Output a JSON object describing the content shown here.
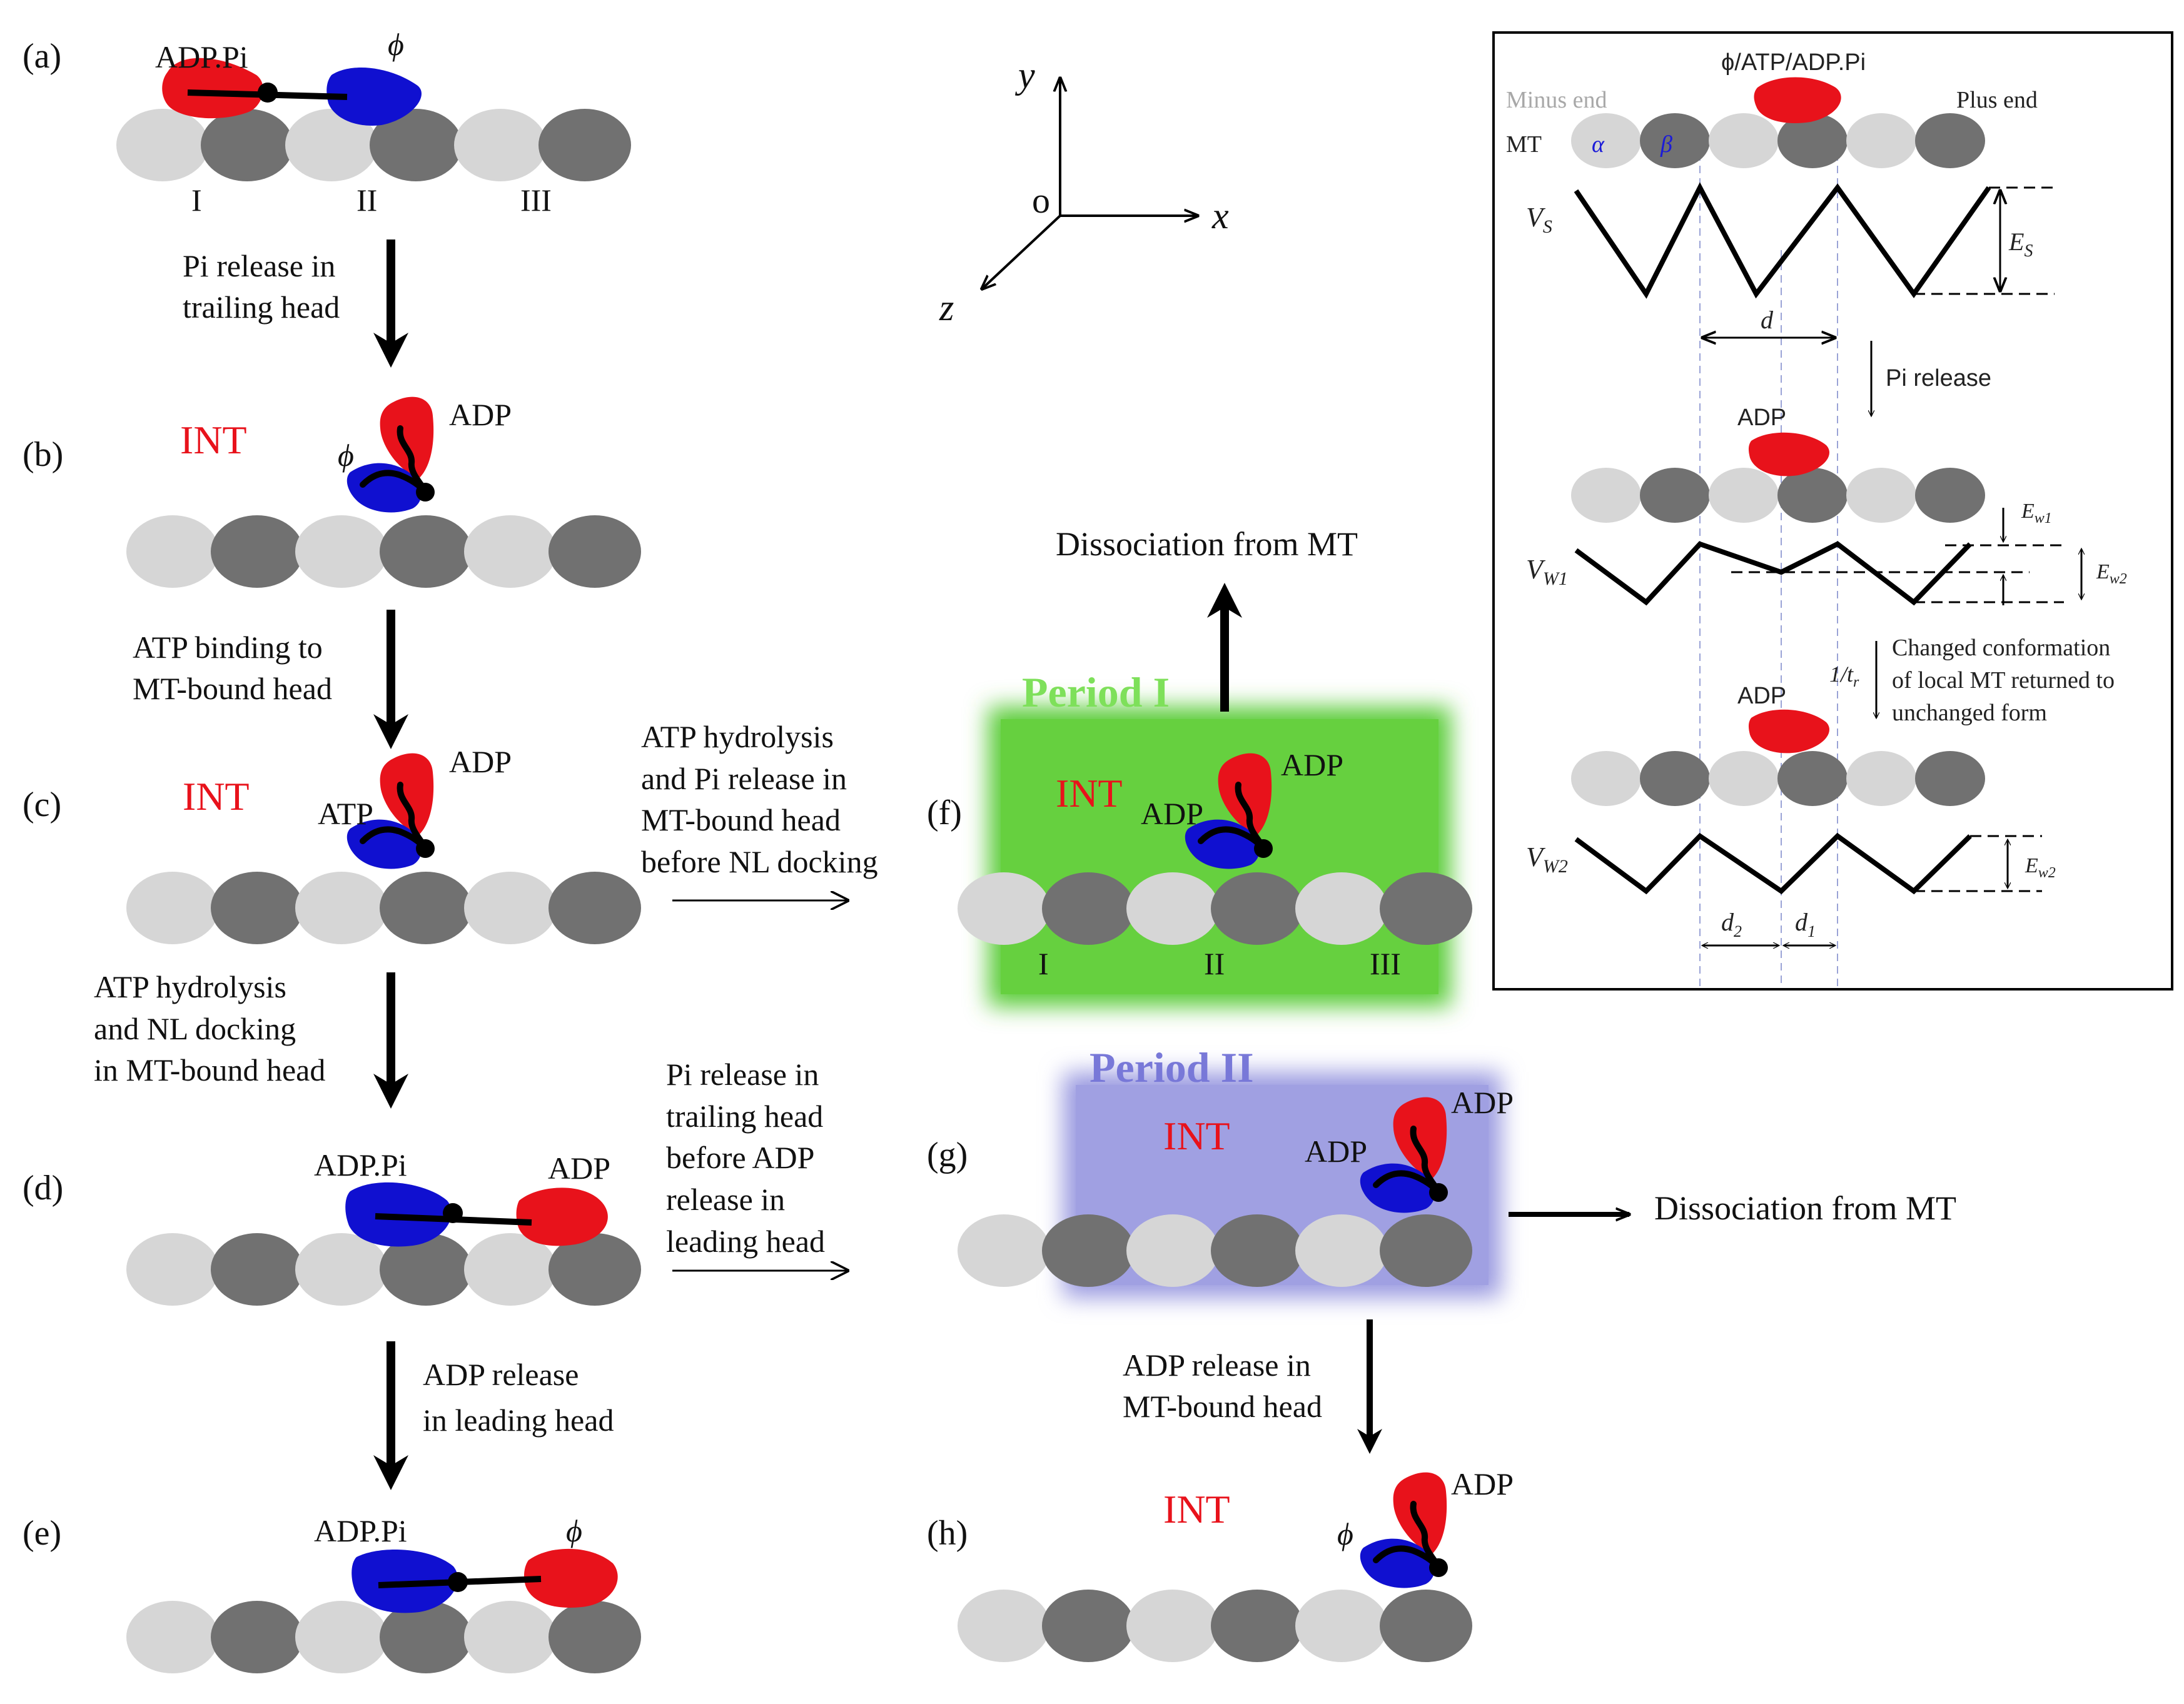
{
  "colors": {
    "light_tubulin": "#d6d6d6",
    "dark_tubulin": "#707070",
    "kinesin_red": "#e8121b",
    "kinesin_blue": "#1010d0",
    "int_red": "#e8121b",
    "period1_green": "#55cc33",
    "period2_blue": "#9a9ae0"
  },
  "panels": {
    "a": {
      "label": "(a)",
      "left_state": "ADP.Pi",
      "right_state": "ϕ",
      "sites": [
        "I",
        "II",
        "III"
      ]
    },
    "b": {
      "label": "(b)",
      "int": "INT",
      "head1": "ϕ",
      "head2": "ADP"
    },
    "c": {
      "label": "(c)",
      "int": "INT",
      "head1": "ATP",
      "head2": "ADP"
    },
    "d": {
      "label": "(d)",
      "left_state": "ADP.Pi",
      "right_state": "ADP"
    },
    "e": {
      "label": "(e)",
      "left_state": "ADP.Pi",
      "right_state": "ϕ"
    },
    "f": {
      "label": "(f)",
      "int": "INT",
      "head1": "ADP",
      "head2": "ADP",
      "sites": [
        "I",
        "II",
        "III"
      ],
      "period": "Period I"
    },
    "g": {
      "label": "(g)",
      "int": "INT",
      "head1": "ADP",
      "head2": "ADP",
      "period": "Period II"
    },
    "h": {
      "label": "(h)",
      "int": "INT",
      "head1": "ϕ",
      "head2": "ADP"
    }
  },
  "transitions": {
    "a_b": [
      "Pi release in",
      "trailing head"
    ],
    "b_c": [
      "ATP binding to",
      "MT-bound head"
    ],
    "c_d": [
      "ATP hydrolysis",
      "and NL docking",
      "in MT-bound head"
    ],
    "d_e": [
      "ADP release",
      "in leading head"
    ],
    "c_f": [
      "ATP hydrolysis",
      "and Pi release in",
      "MT-bound head",
      "before NL docking"
    ],
    "d_g": [
      "Pi release in",
      "trailing head",
      "before ADP",
      "release in",
      "leading head"
    ],
    "g_h": [
      "ADP release in",
      "MT-bound head"
    ],
    "f_up": "Dissociation from MT",
    "g_right": "Dissociation from MT"
  },
  "axes": {
    "origin": "o",
    "x": "x",
    "y": "y",
    "z": "z"
  },
  "inset": {
    "top_state": "ϕ/ATP/ADP.Pi",
    "minus_end": "Minus end",
    "plus_end": "Plus end",
    "mt": "MT",
    "alpha": "α",
    "beta": "β",
    "vs": "V",
    "vs_sub": "S",
    "es": "E",
    "es_sub": "S",
    "d": "d",
    "pi_release": "Pi release",
    "adp1": "ADP",
    "vw1": "V",
    "vw1_sub": "W1",
    "ew1": "E",
    "ew1_sub": "w1",
    "ew2": "E",
    "ew2_sub": "w2",
    "rate": "1/t",
    "rate_sub": "r",
    "changed": [
      "Changed conformation",
      "of local MT returned to",
      "unchanged  form"
    ],
    "adp2": "ADP",
    "vw2": "V",
    "vw2_sub": "W2",
    "ew2b": "E",
    "ew2b_sub": "w2",
    "d2": "d",
    "d2_sub": "2",
    "d1": "d",
    "d1_sub": "1"
  }
}
